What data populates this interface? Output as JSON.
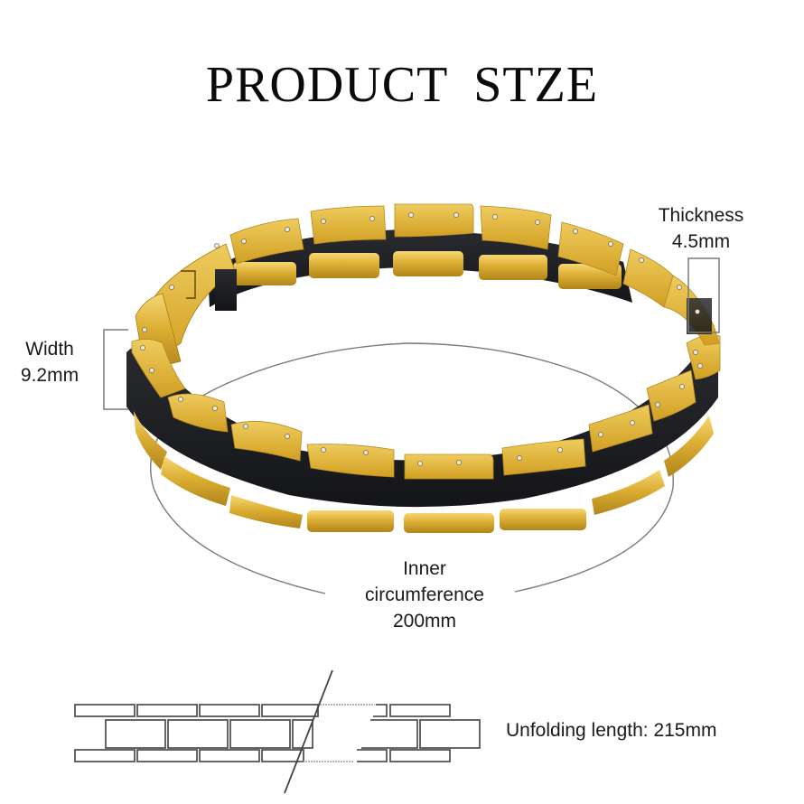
{
  "title": "PRODUCT  STZE",
  "annotations": {
    "thickness": {
      "label": "Thickness",
      "value": "4.5mm"
    },
    "width": {
      "label": "Width",
      "value": "9.2mm"
    },
    "inner_circumference": {
      "line1": "Inner",
      "line2": "circumference",
      "value": "200mm"
    },
    "unfolding_length": "Unfolding length: 215mm"
  },
  "product": {
    "name": "bracelet",
    "colors": {
      "gold": "#d9aa2f",
      "gold_light": "#f2cf63",
      "gold_dark": "#a67c14",
      "black": "#1c1d21",
      "pin": "#e8e8e8"
    }
  },
  "guide_line_color": "#7a7a7a"
}
